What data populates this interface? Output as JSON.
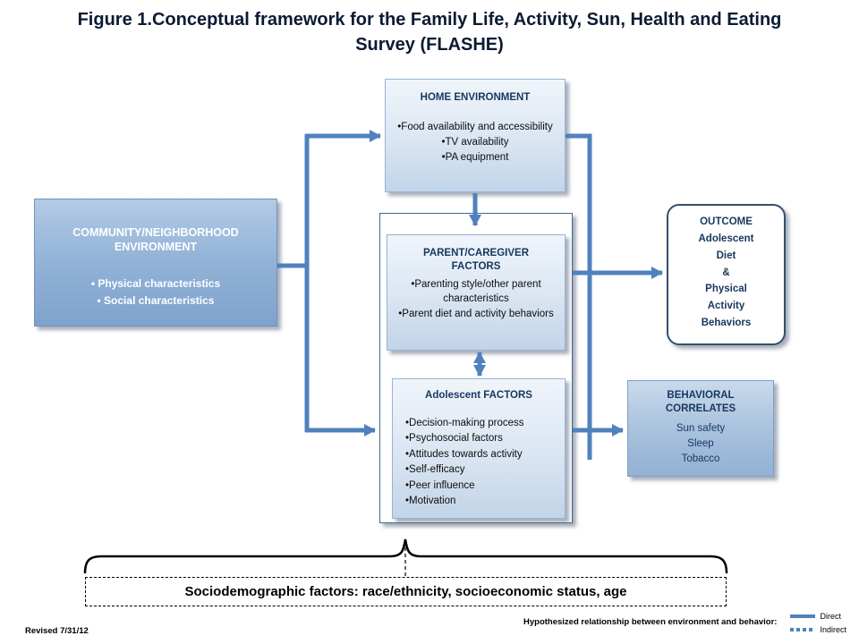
{
  "title": "Figure 1.Conceptual framework for the Family Life, Activity, Sun, Health and Eating Survey (FLASHE)",
  "boxes": {
    "home": {
      "title": "HOME ENVIRONMENT",
      "items": [
        "•Food availability and accessibility",
        "•TV availability",
        "•PA equipment"
      ]
    },
    "community": {
      "title": "COMMUNITY/NEIGHBORHOOD ENVIRONMENT",
      "items": [
        "• Physical characteristics",
        "• Social characteristics"
      ]
    },
    "parent": {
      "title": "PARENT/CAREGIVER FACTORS",
      "items": [
        "•Parenting style/other parent characteristics",
        "•Parent diet and activity behaviors"
      ]
    },
    "adolescent": {
      "title": "Adolescent FACTORS",
      "items": [
        "•Decision-making process",
        "•Psychosocial factors",
        "•Attitudes towards activity",
        "•Self-efficacy",
        "•Peer influence",
        "•Motivation"
      ]
    },
    "outcome": {
      "lines": [
        "OUTCOME",
        "Adolescent",
        "Diet",
        "&",
        "Physical",
        "Activity",
        "Behaviors"
      ]
    },
    "behavioral": {
      "title": "BEHAVIORAL CORRELATES",
      "items": [
        "Sun safety",
        "Sleep",
        "Tobacco"
      ]
    }
  },
  "footer": {
    "sociodemographic": "Sociodemographic factors: race/ethnicity, socioeconomic status, age",
    "revised": "Revised 7/31/12",
    "legend_title": "Hypothesized relationship between environment and behavior:",
    "legend": [
      {
        "label": "Direct",
        "style": "solid"
      },
      {
        "label": "Indirect",
        "style": "dotted"
      }
    ]
  },
  "colors": {
    "arrow": "#4F81BD",
    "heading": "#17375E"
  }
}
